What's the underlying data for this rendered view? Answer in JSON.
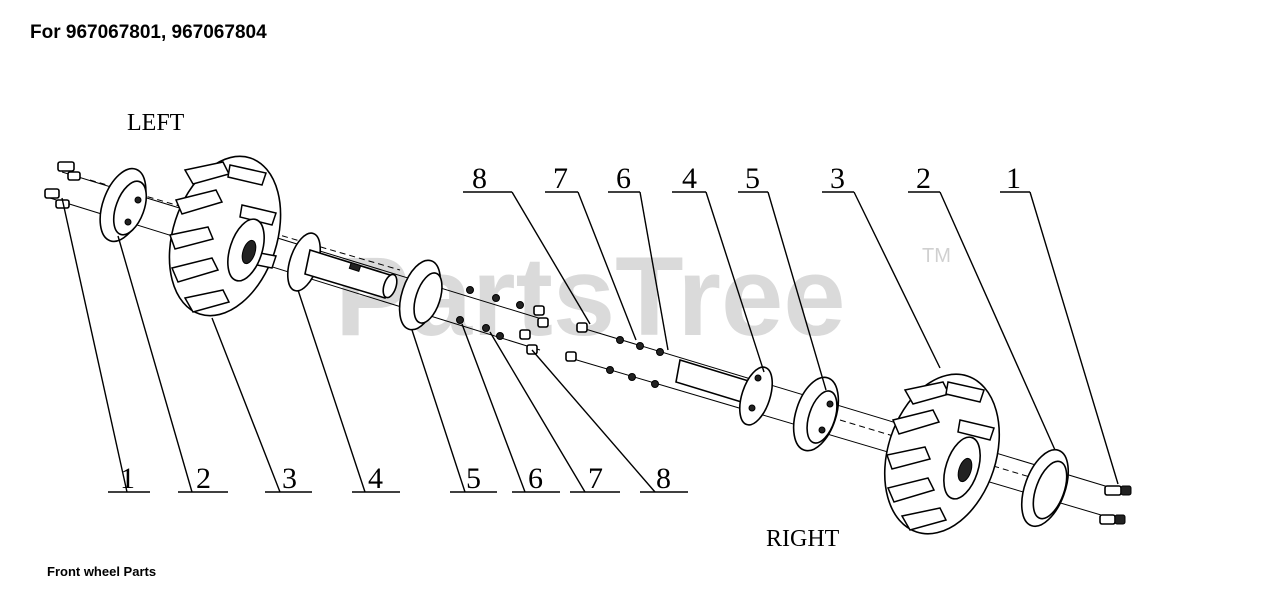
{
  "heading": "For 967067801, 967067804",
  "caption": "Front wheel Parts",
  "watermark": "PartsTree",
  "trademark": "TM",
  "labels": {
    "left": "LEFT",
    "right": "RIGHT"
  },
  "callouts_left": [
    "1",
    "2",
    "3",
    "4",
    "5",
    "6",
    "7",
    "8"
  ],
  "callouts_right": [
    "8",
    "7",
    "6",
    "4",
    "5",
    "3",
    "2",
    "1"
  ]
}
